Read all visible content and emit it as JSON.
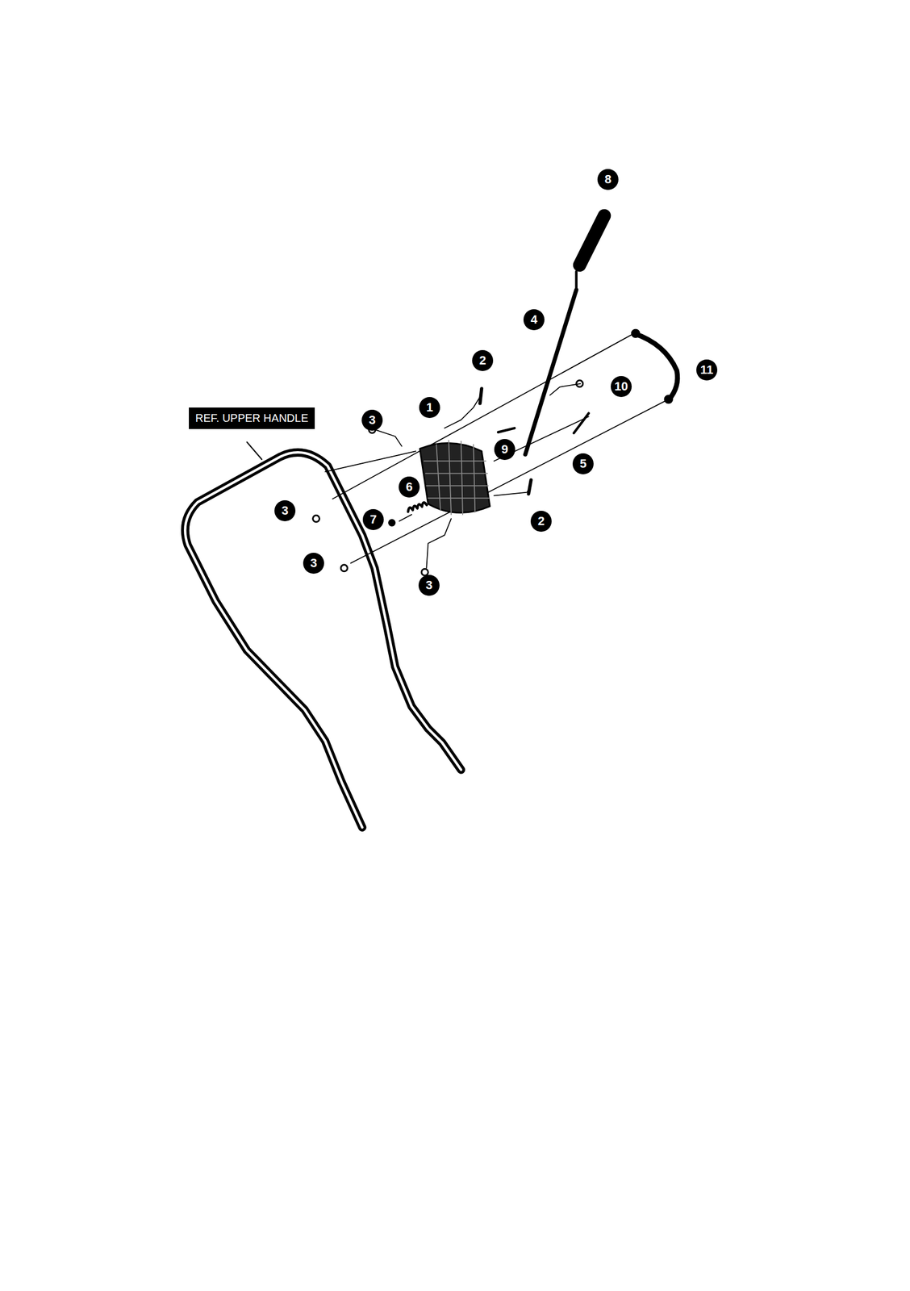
{
  "diagram": {
    "nodes": [
      {
        "text": [
          "REF. UPPER HANDLE"
        ]
      }
    ],
    "labels": [
      "8",
      "4",
      "11",
      "2",
      "3",
      "1",
      "10",
      "9",
      "5",
      "6",
      "3",
      "7",
      "2",
      "3",
      "3"
    ]
  }
}
